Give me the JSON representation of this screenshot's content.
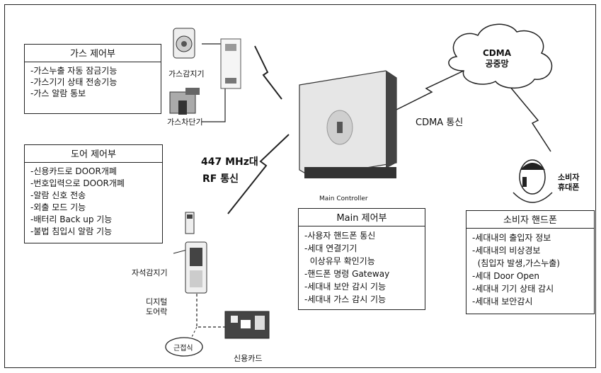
{
  "gas_box": {
    "title": "가스 제어부",
    "items": [
      "-가스누출 자동 잠금기능",
      "-가스기기 상태 전송기능",
      "-가스 알람 통보"
    ]
  },
  "door_box": {
    "title": "도어 제어부",
    "items": [
      "-신용카드로 DOOR개폐",
      "-번호입력으로 DOOR개폐",
      "-알람 신호 전송",
      "-외출 모드 기능",
      "-배터리 Back up 기능",
      "-불법 침입시 알람 기능"
    ]
  },
  "main_box": {
    "title": "Main 제어부",
    "items": [
      "-사용자 핸드폰 통신",
      "-세대 연결기기",
      "  이상유무 확인기능",
      "-핸드폰 명령 Gateway",
      "-세대내 보안 감시 기능",
      "-세대내 가스 감시 기능"
    ]
  },
  "phone_box": {
    "title": "소비자 핸드폰",
    "items": [
      "-세대내의 출입자 정보",
      "-세대내의 비상경보",
      "  (침입자 발생,가스누출)",
      "-세대 Door Open",
      "-세대내 기기 상태 감시",
      "-세대내 보안감시"
    ]
  },
  "labels": {
    "gas_sensor": "가스감지기",
    "gas_breaker": "가스차단기",
    "main_controller": "Main Controller",
    "rf_freq": "447 MHz대",
    "rf_comm": "RF 통신",
    "cdma_comm": "CDMA 통신",
    "cdma_cloud_line1": "CDMA",
    "cdma_cloud_line2": "공중망",
    "consumer_phone_line1": "소비자",
    "consumer_phone_line2": "휴대폰",
    "magnetic_sensor": "자석감지기",
    "digital_lock_line1": "디지털",
    "digital_lock_line2": "도어락",
    "key_fob": "근접식",
    "credit_card": "신용카드"
  }
}
